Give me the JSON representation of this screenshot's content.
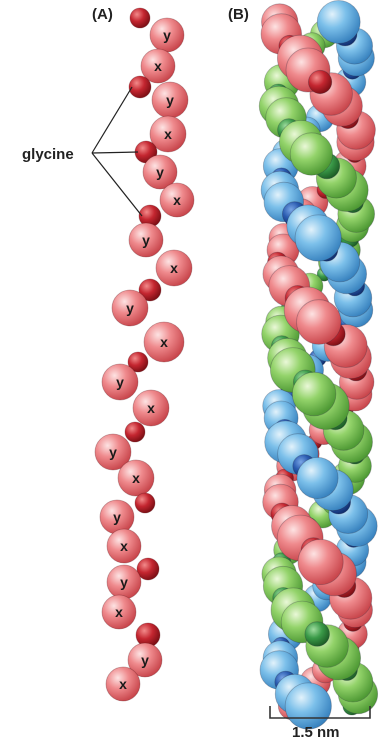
{
  "panels": [
    {
      "id": "A",
      "label": "(A)"
    },
    {
      "id": "B",
      "label": "(B)"
    }
  ],
  "annotations": {
    "glycine": "glycine"
  },
  "residues": {
    "x": "x",
    "y": "y"
  },
  "scale_bar": {
    "label": "1.5 nm"
  },
  "colors": {
    "chain_red": "#e9646a",
    "glycine_dark_red": "#b51d25",
    "chain_green": "#79c552",
    "chain_blue": "#5aaee0",
    "dark_blue": "#1f4fa0",
    "dark_green": "#2f8a3c"
  }
}
